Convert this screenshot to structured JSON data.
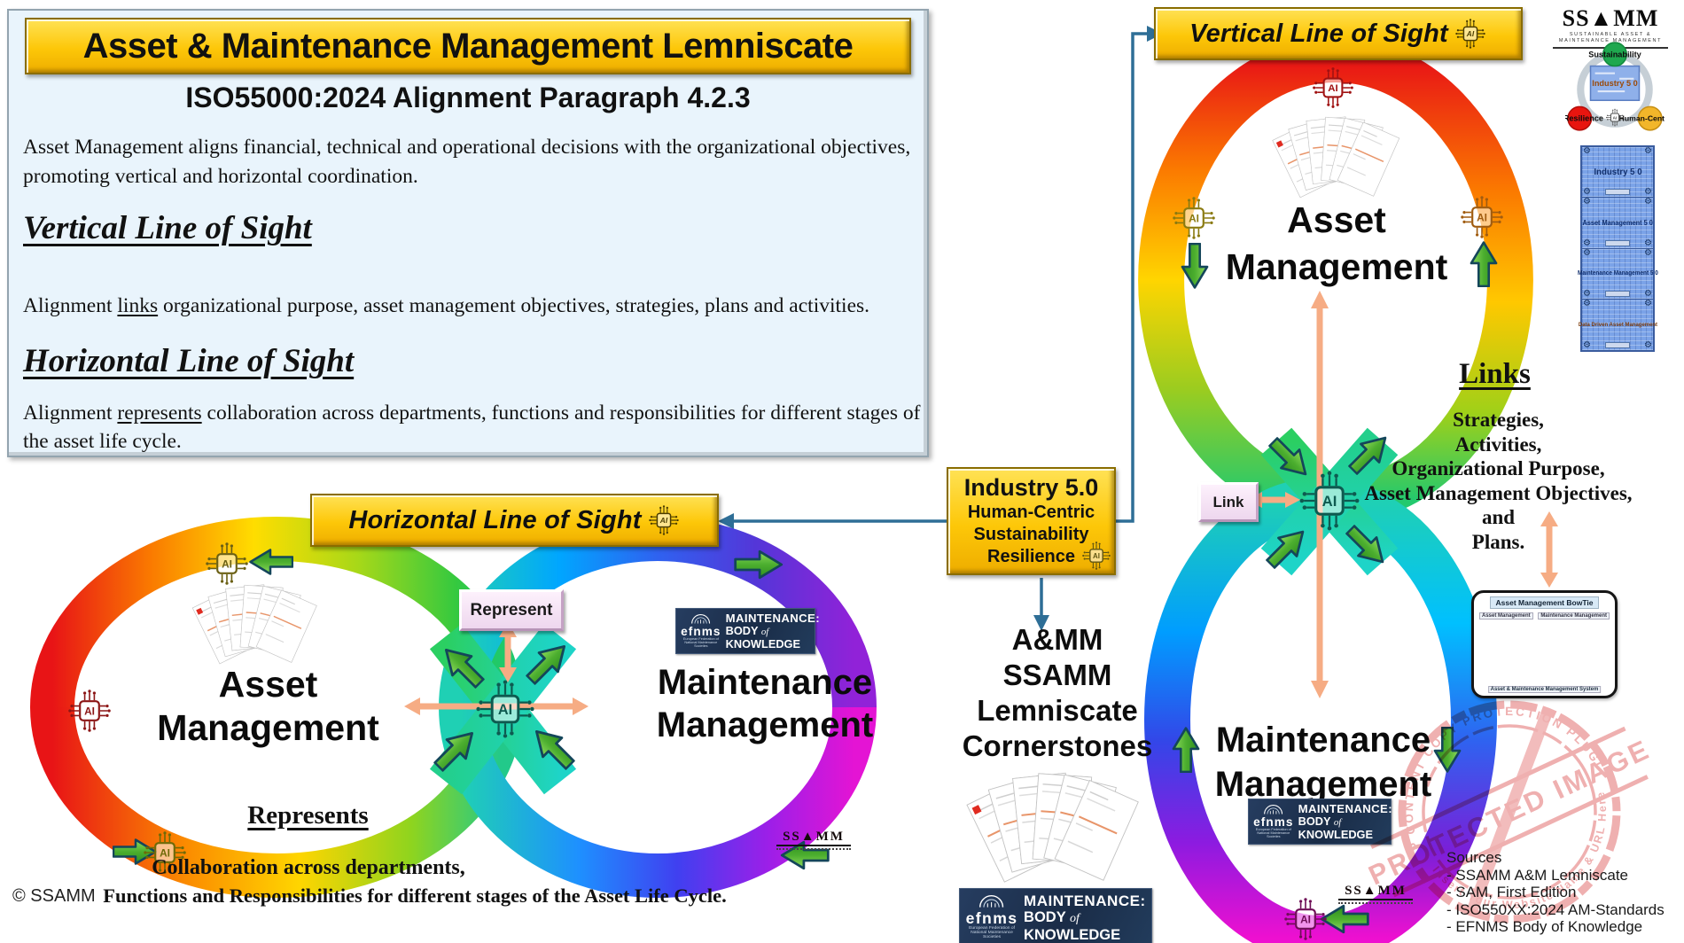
{
  "colors": {
    "gold": "#fdc708",
    "panel_bg": "#e9f4fc",
    "connector_blue": "#2e6e96",
    "arrow_green": "#4cae2f",
    "arrow_salmon": "#f6ac84",
    "efnms_navy": "#1e3350",
    "stamp_pink": "#ec9f9f",
    "word_panel_blue": "#7ba3e8"
  },
  "icons": {
    "ai_chip_label": "AI"
  },
  "panel": {
    "title": "Asset & Maintenance Management Lemniscate",
    "subtitle": "ISO55000:2024 Alignment Paragraph 4.2.3",
    "intro": "Asset Management aligns financial, technical and operational decisions with the organizational objectives, promoting vertical and horizontal coordination.",
    "vertical_heading": "Vertical Line of Sight",
    "vertical_pre": "Alignment ",
    "vertical_word": "links",
    "vertical_post": " organizational purpose, asset management objectives, strategies, plans and activities.",
    "horizontal_heading": "Horizontal Line of Sight",
    "horizontal_pre": "Alignment ",
    "horizontal_word": "represents",
    "horizontal_post": " collaboration across departments, functions and responsibilities for different stages of the asset life cycle."
  },
  "banners": {
    "horizontal": "Horizontal Line of Sight",
    "vertical": "Vertical Line of Sight"
  },
  "industry_box": {
    "title": "Industry 5.0",
    "line1": "Human-Centric",
    "line2": "Sustainability",
    "line3": "Resilience"
  },
  "middle_column": {
    "flow_label_1": "A&MM",
    "flow_label_2": "SSAMM",
    "flow_label_3": "Lemniscate",
    "flow_label_4": "Cornerstones"
  },
  "horizontal_lemniscate": {
    "left_line1": "Asset",
    "left_line2": "Management",
    "right_line1": "Maintenance",
    "right_line2": "Management",
    "button": "Represent",
    "heading": "Represents",
    "desc1": "Collaboration across departments,",
    "desc2": "Functions and Responsibilities for different stages of the Asset Life Cycle."
  },
  "vertical_lemniscate": {
    "top_line1": "Asset",
    "top_line2": "Management",
    "bottom_line1": "Maintenance",
    "bottom_line2": "Management",
    "button": "Link",
    "heading": "Links",
    "items": [
      "Strategies,",
      "Activities,",
      "Organizational Purpose,",
      "Asset Management Objectives,",
      "and",
      "Plans."
    ]
  },
  "efnms": {
    "name": "efnms",
    "tagline": "European Federation of National Maintenance Societies",
    "line1": "MAINTENANCE:",
    "body": "BODY",
    "of": "of",
    "knowledge": "KNOWLEDGE"
  },
  "ssamm_logo": {
    "wordmark": "SS▲MM",
    "sub1": "SUSTAINABLE ASSET &",
    "sub2": "MAINTENANCE MANAGEMENT"
  },
  "triangle_diagram": {
    "top": "Sustainability",
    "left": "Resilience",
    "right": "Human-Centric",
    "center": "Industry 5 0"
  },
  "word_panel": {
    "sections": [
      "Industry 5 0",
      "Asset Management 5 0",
      "Maintenance Management 5 0",
      "Data Driven Asset Management"
    ]
  },
  "bowtie": {
    "title": "Asset Management BowTie",
    "left": "Asset Management",
    "right": "Maintenance Management",
    "bottom": "Asset & Maintenance Management System"
  },
  "stamp": {
    "label": "PROTECTED IMAGE",
    "ring_top": "WP CONTENT COPY PROTECTION PLUGIN",
    "ring_bottom": "Insert Your Website Name & URL Here"
  },
  "sources": {
    "heading": "Sources",
    "items": [
      "- SSAMM A&M Lemniscate",
      "- SAM, First Edition",
      "- ISO550XX:2024 AM-Standards",
      "- EFNMS Body of Knowledge"
    ]
  },
  "footer": {
    "copyright": "© SSAMM"
  },
  "mini_logo": {
    "wordmark": "SS▲MM"
  }
}
